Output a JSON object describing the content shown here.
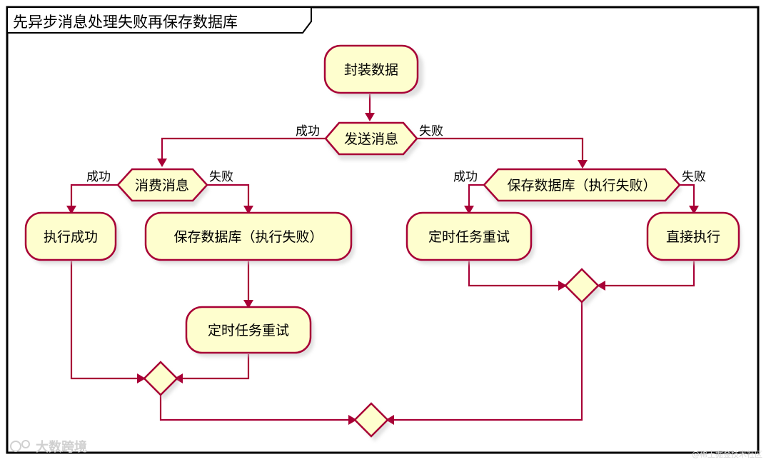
{
  "title": "先异步消息处理失败再保存数据库",
  "colors": {
    "node_fill": "#FEFECE",
    "node_border": "#A80036",
    "edge": "#A80036"
  },
  "nodes": {
    "encapsulate": "封装数据",
    "send_message": "发送消息",
    "consume_message": "消费消息",
    "execute_success": "执行成功",
    "save_db_left": "保存数据库（执行失败）",
    "scheduled_retry_left": "定时任务重试",
    "save_db_right": "保存数据库（执行失败）",
    "scheduled_retry_right": "定时任务重试",
    "execute_directly": "直接执行"
  },
  "branches": {
    "send_success": "成功",
    "send_fail": "失败",
    "consume_success": "成功",
    "consume_fail": "失败",
    "save_success": "成功",
    "save_fail": "失败"
  },
  "watermarks": {
    "left": "大数跨境",
    "right": "@稀土掘金技术社区"
  }
}
